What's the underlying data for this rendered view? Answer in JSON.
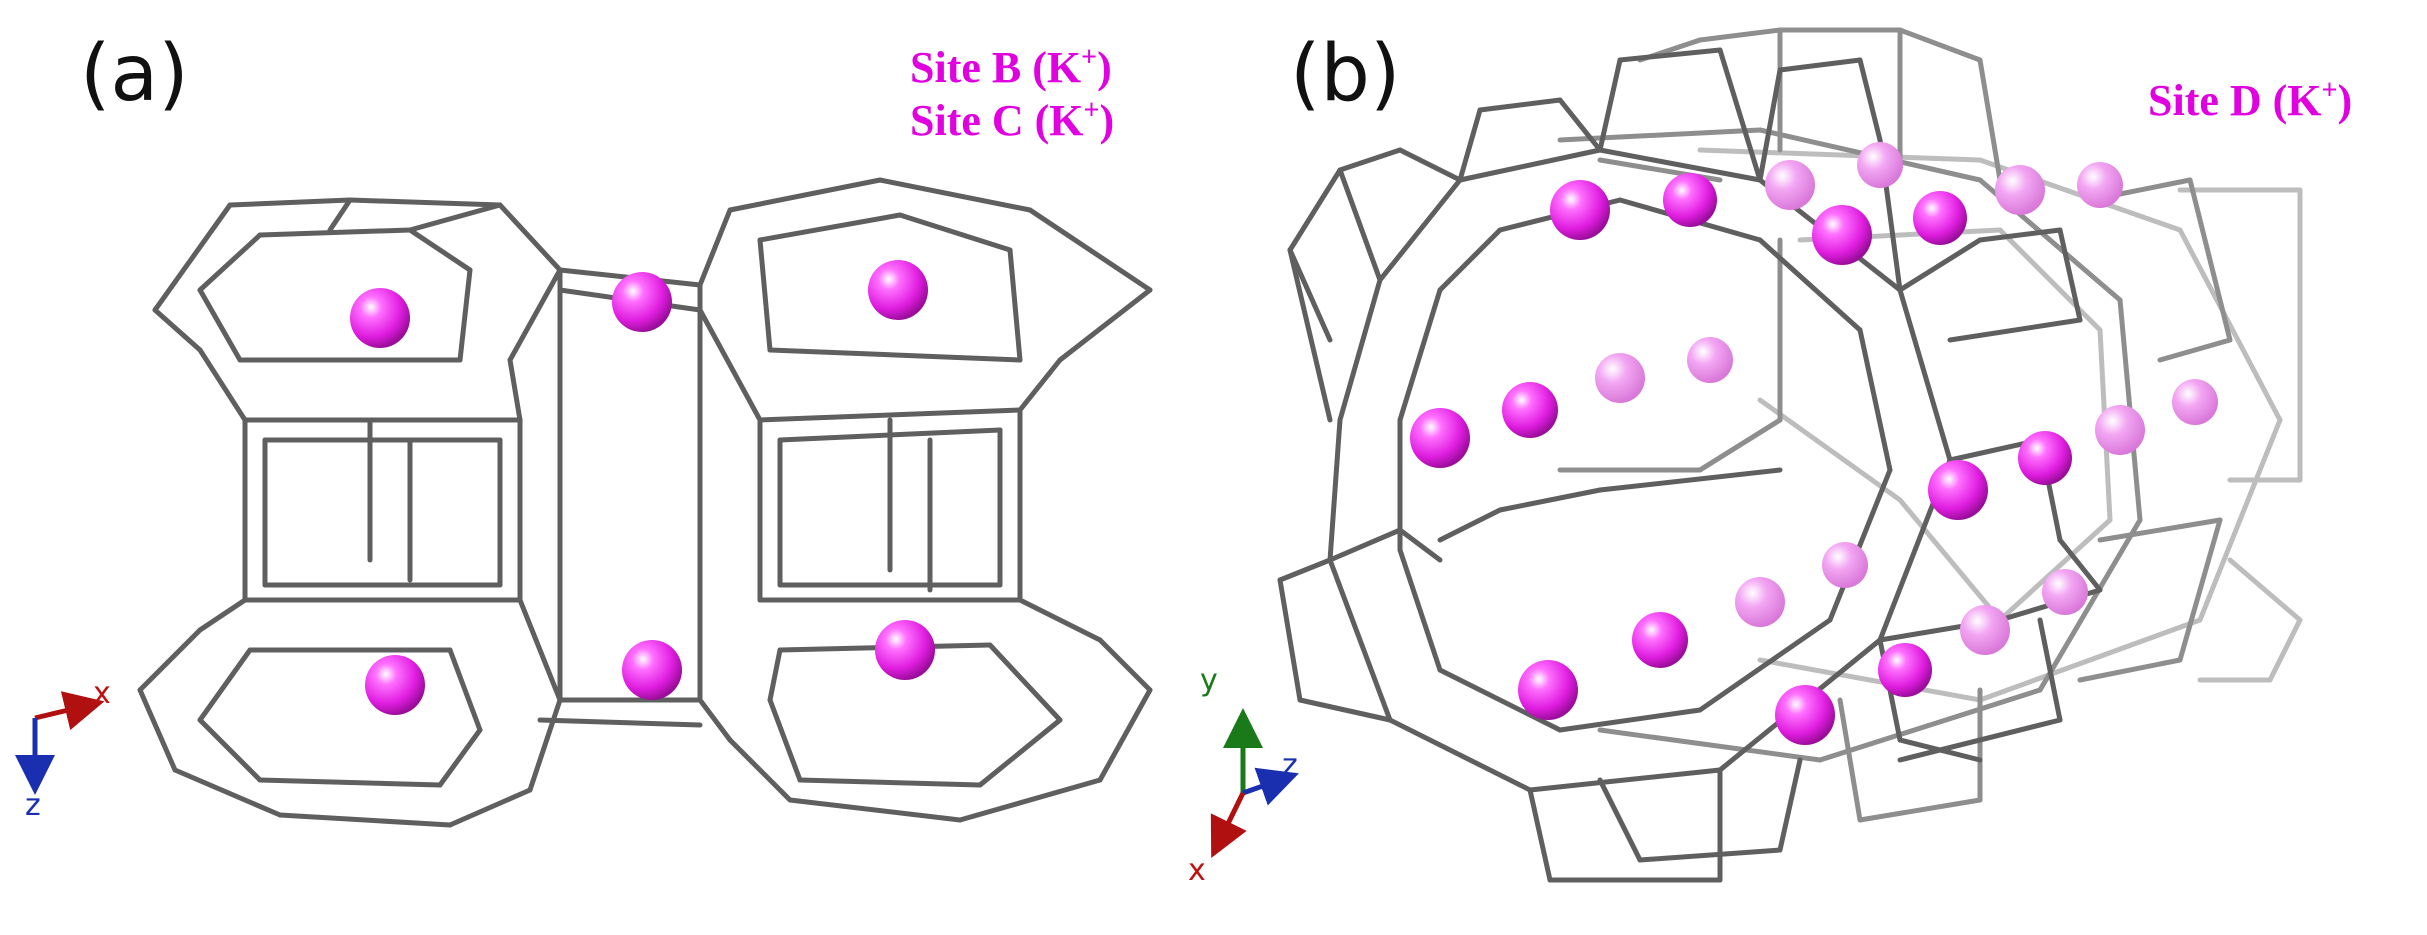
{
  "panels": {
    "a": {
      "label": "(a)",
      "legend": [
        "Site B (K",
        "Site C (K"
      ],
      "legend_superscript": "+",
      "axes": {
        "horizontal": "x",
        "vertical": "z"
      }
    },
    "b": {
      "label": "(b)",
      "legend": [
        "Site D (K"
      ],
      "legend_superscript": "+",
      "axes": {
        "up": "y",
        "right": "z",
        "down": "x"
      }
    }
  },
  "colors": {
    "cation": "#e22be2",
    "legend_text": "#e000e0",
    "framework": "#5f5f5f",
    "axis_x": "#b01010",
    "axis_y": "#1a7a1a",
    "axis_z": "#1a2fb0"
  }
}
